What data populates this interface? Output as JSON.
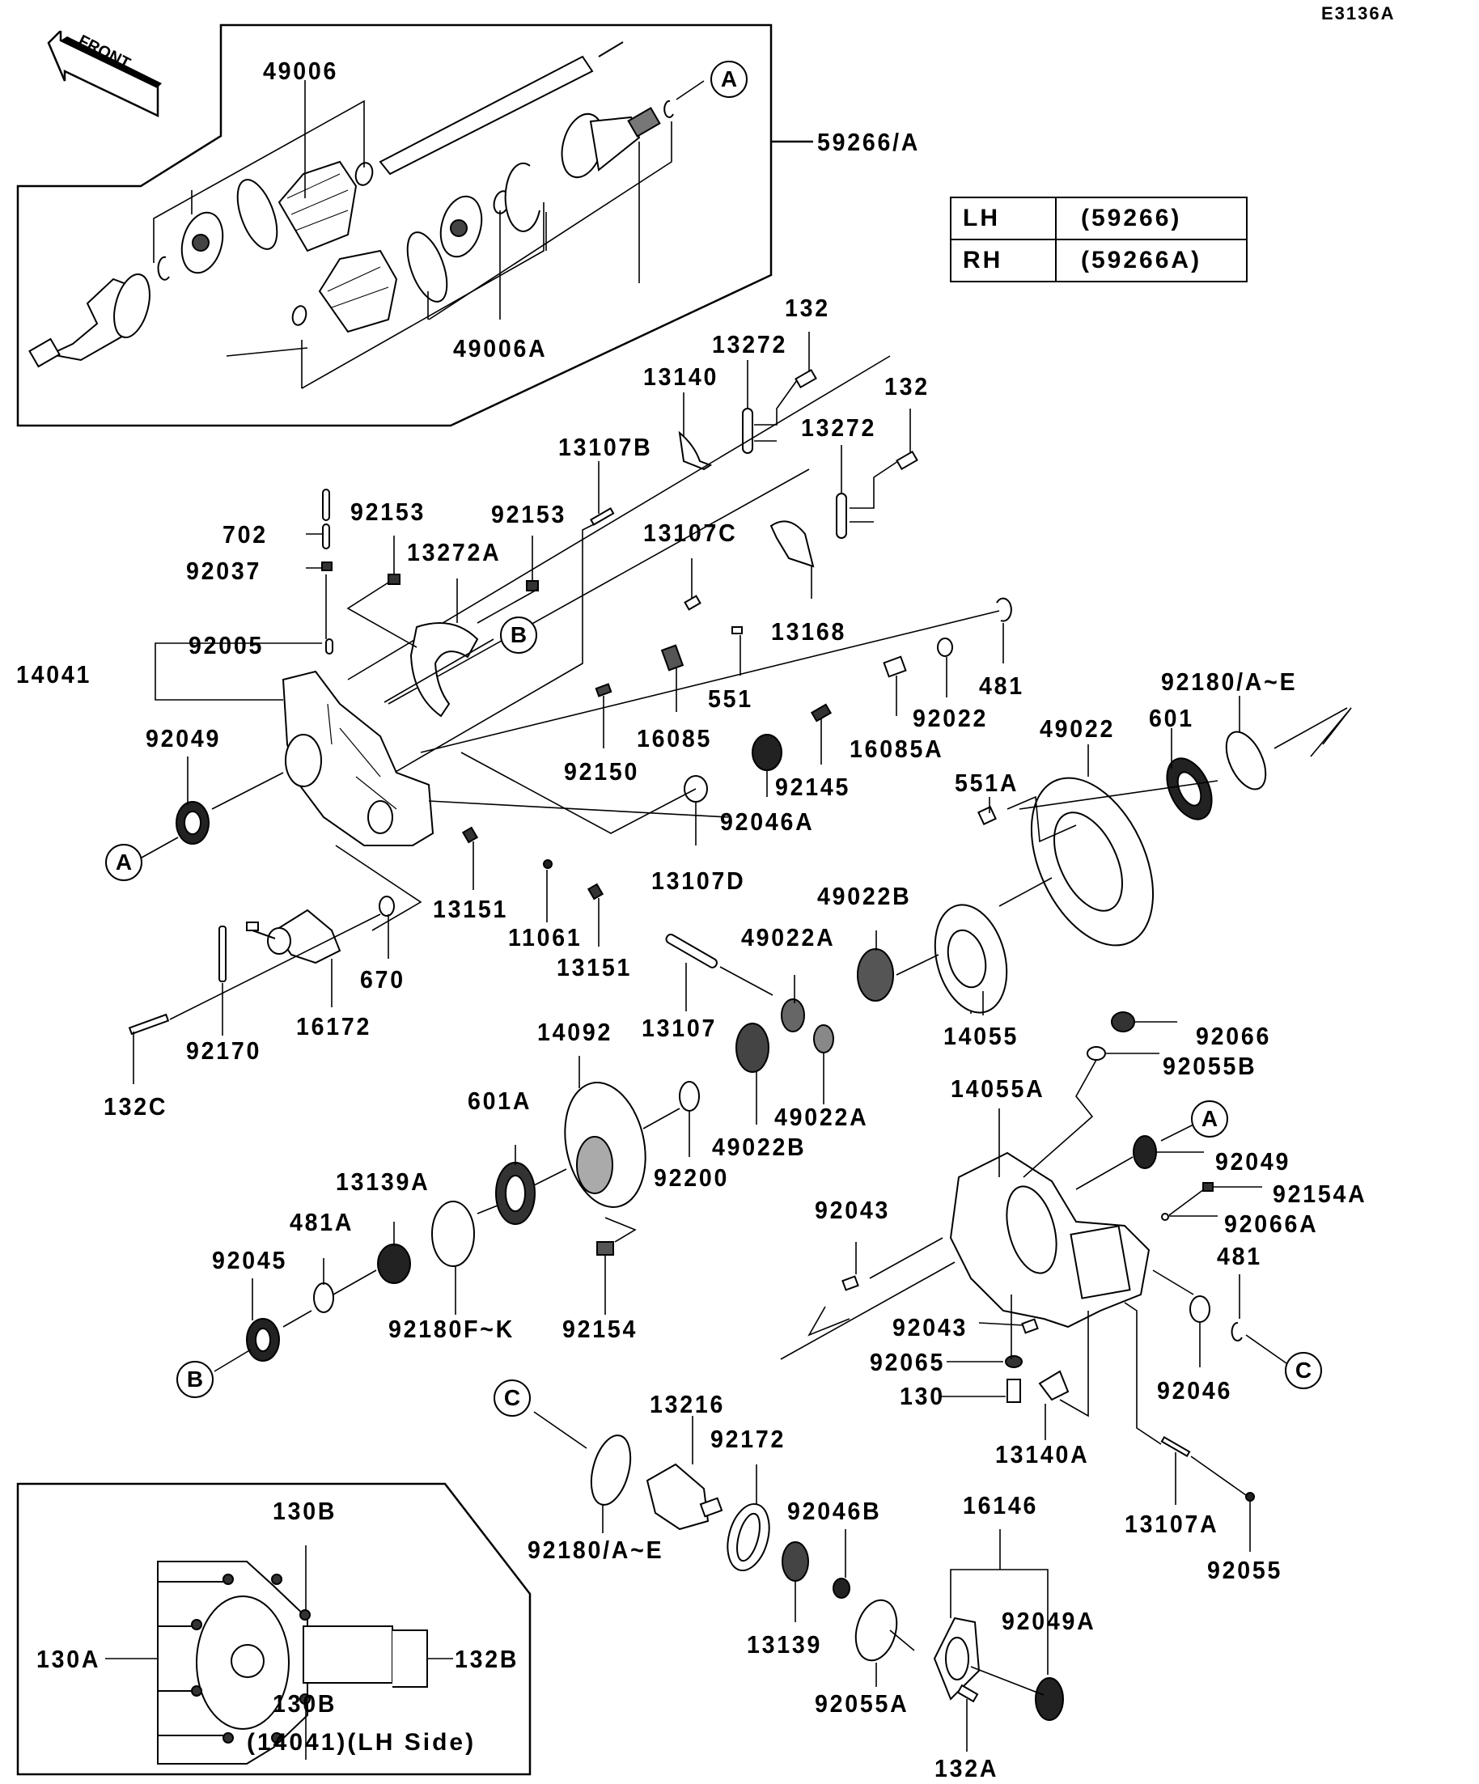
{
  "diagram": {
    "title_code": "E3136A",
    "front_arrow_label": "FRONT",
    "side_table": [
      {
        "side": "LH",
        "part": "(59266)"
      },
      {
        "side": "RH",
        "part": "(59266A)"
      }
    ],
    "inset_caption": "(14041)(LH Side)",
    "reference_markers": [
      "A",
      "B",
      "C"
    ],
    "labels": {
      "p49006": "49006",
      "p49006A": "49006A",
      "p59266A": "59266/A",
      "p132_1": "132",
      "p132_2": "132",
      "p13272_1": "13272",
      "p13272_2": "13272",
      "p13140": "13140",
      "p13107B": "13107B",
      "p13107C": "13107C",
      "p13168": "13168",
      "p92153_1": "92153",
      "p92153_2": "92153",
      "p702": "702",
      "p92037": "92037",
      "p13272A": "13272A",
      "p92005": "92005",
      "p14041": "14041",
      "p92049_1": "92049",
      "p551": "551",
      "p16085": "16085",
      "p92150": "92150",
      "p481_1": "481",
      "p92022": "92022",
      "p16085A": "16085A",
      "p92145": "92145",
      "p92046A": "92046A",
      "p13107D": "13107D",
      "p92180AE_1": "92180/A~E",
      "p601": "601",
      "p49022": "49022",
      "p551A": "551A",
      "p13151_1": "13151",
      "p11061": "11061",
      "p13151_2": "13151",
      "p670": "670",
      "p16172": "16172",
      "p92170": "92170",
      "p132C": "132C",
      "p49022B_1": "49022B",
      "p49022A_1": "49022A",
      "p13107": "13107",
      "p14055": "14055",
      "p14092": "14092",
      "p49022B_2": "49022B",
      "p49022A_2": "49022A",
      "p92066": "92066",
      "p92055B": "92055B",
      "p601A": "601A",
      "p92200": "92200",
      "p14055A": "14055A",
      "p92049_2": "92049",
      "p92154A": "92154A",
      "p92066A": "92066A",
      "p13139A": "13139A",
      "p481A": "481A",
      "p92045": "92045",
      "p92180FK": "92180F~K",
      "p92154": "92154",
      "p92043_1": "92043",
      "p481_2": "481",
      "p92043_2": "92043",
      "p92065": "92065",
      "p92046": "92046",
      "p130": "130",
      "p13140A": "13140A",
      "p13216": "13216",
      "p92172": "92172",
      "p92180AE_2": "92180/A~E",
      "p92046B": "92046B",
      "p13139": "13139",
      "p16146": "16146",
      "p92049A": "92049A",
      "p92055A": "92055A",
      "p132A": "132A",
      "p13107A": "13107A",
      "p92055": "92055",
      "p130B_1": "130B",
      "p130A": "130A",
      "p132B": "132B",
      "p130B_2": "130B"
    }
  }
}
